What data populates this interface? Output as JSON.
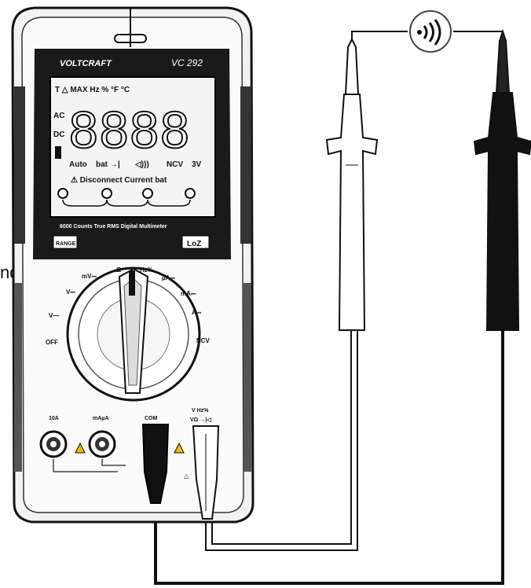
{
  "figure": {
    "brand": "VOLTCRAFT",
    "model": "VC 292",
    "subtitle": "6000 Counts True RMS Digital Multimeter",
    "lcd": {
      "top_row": "T △ MAX Hz % °F °C",
      "left_labels": [
        "AC",
        "DC"
      ],
      "digits": "8888",
      "bottom_row": [
        "Auto",
        "bat",
        "→|",
        "◁)))",
        "NCV",
        "3V"
      ],
      "warning_text": "⚠ Disconnect Current bat"
    },
    "buttons": {
      "left": "RANGE",
      "right": "LoZ"
    },
    "dial": {
      "positions": [
        "OFF",
        "V—",
        "V⎓",
        "mV⎓",
        "Ω",
        "Hz%",
        "µA⎓",
        "mA⎓",
        "A⎓",
        "NCV"
      ]
    },
    "terminals": {
      "t1": "10A",
      "t2": "mAµA",
      "com": "COM",
      "vohm_top": "V Hz%",
      "vohm_bottom": "VΩ →|◁"
    },
    "continuity_symbol": "·)))",
    "stray_text": "nd"
  }
}
